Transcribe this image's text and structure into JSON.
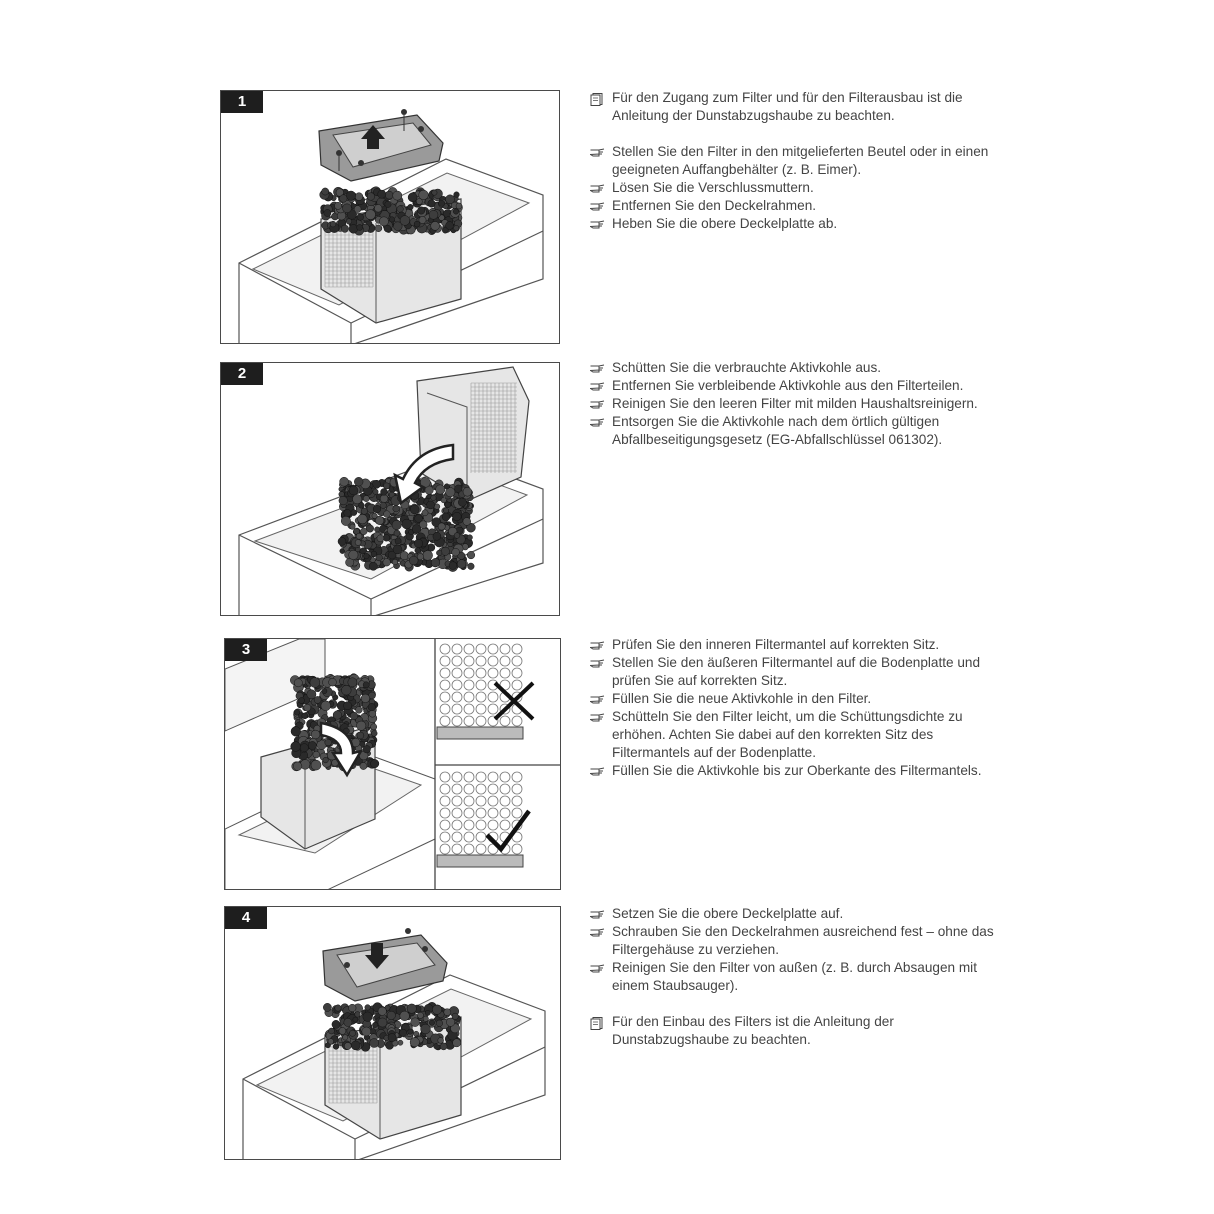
{
  "panels": [
    {
      "number": "1"
    },
    {
      "number": "2"
    },
    {
      "number": "3"
    },
    {
      "number": "4"
    }
  ],
  "steps_1": [
    {
      "type": "note",
      "text": "Für den Zugang zum Filter und für den Filterausbau ist die Anleitung der Dunstabzugshaube zu beachten."
    },
    {
      "type": "action",
      "text": "Stellen Sie den Filter in den mitgelieferten Beutel oder in einen geeigneten Auffangbehälter (z. B. Eimer)."
    },
    {
      "type": "action",
      "text": "Lösen Sie die Verschlussmuttern."
    },
    {
      "type": "action",
      "text": "Entfernen Sie den Deckelrahmen."
    },
    {
      "type": "action",
      "text": "Heben Sie die obere Deckelplatte ab."
    }
  ],
  "steps_2": [
    {
      "type": "action",
      "text": "Schütten Sie die verbrauchte Aktivkohle aus."
    },
    {
      "type": "action",
      "text": "Entfernen Sie verbleibende Aktivkohle aus den Filterteilen."
    },
    {
      "type": "action",
      "text": "Reinigen Sie den leeren Filter mit milden Haushaltsreinigern."
    },
    {
      "type": "action",
      "text": "Entsorgen Sie die Aktivkohle nach dem örtlich gültigen Abfallbeseitigungsgesetz (EG-Abfallschlüssel 061302)."
    }
  ],
  "steps_3": [
    {
      "type": "action",
      "text": "Prüfen Sie den inneren Filtermantel auf korrekten Sitz."
    },
    {
      "type": "action",
      "text": "Stellen Sie den äußeren Filtermantel auf die Bodenplatte und prüfen Sie auf korrekten Sitz."
    },
    {
      "type": "action",
      "text": "Füllen Sie die neue Aktivkohle in den Filter."
    },
    {
      "type": "action",
      "text": "Schütteln Sie den Filter leicht, um die Schüttungsdichte zu erhöhen. Achten Sie dabei auf den korrekten Sitz des Filtermantels auf der Bodenplatte."
    },
    {
      "type": "action",
      "text": "Füllen Sie die Aktivkohle bis zur Oberkante des Filtermantels."
    }
  ],
  "steps_4": [
    {
      "type": "action",
      "text": "Setzen Sie die obere Deckelplatte auf."
    },
    {
      "type": "action",
      "text": "Schrauben Sie den Deckelrahmen ausreichend fest – ohne das Filtergehäuse zu verziehen."
    },
    {
      "type": "action",
      "text": "Reinigen Sie den Filter von außen (z. B. durch Absaugen mit einem Staubsauger)."
    },
    {
      "type": "note",
      "text": "Für den Einbau des Filters ist die Anleitung der Dunstabzugshaube zu beachten."
    }
  ],
  "icons": {
    "note": "note-book-icon",
    "action": "pointing-hand-icon",
    "wrong": "cross-icon",
    "right": "check-icon"
  }
}
